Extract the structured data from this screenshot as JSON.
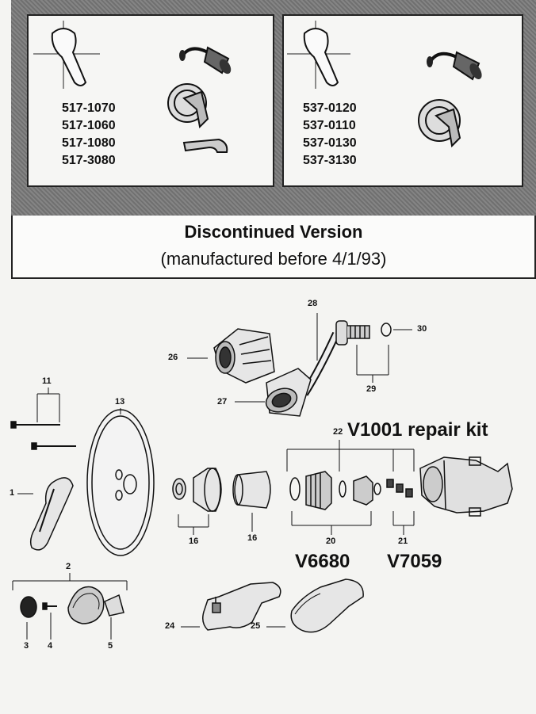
{
  "header": {
    "left_models": [
      "517-1070",
      "517-1060",
      "517-1080",
      "517-3080"
    ],
    "right_models": [
      "537-0120",
      "537-0110",
      "537-0130",
      "537-3130"
    ],
    "title": "Discontinued Version",
    "subtitle": "(manufactured before 4/1/93)"
  },
  "parts": {
    "p1": "1",
    "p2": "2",
    "p3": "3",
    "p4": "4",
    "p5": "5",
    "p11": "11",
    "p13": "13",
    "p16a": "16",
    "p16b": "16",
    "p20": "20",
    "p21": "21",
    "p22": "22",
    "p24": "24",
    "p25": "25",
    "p26": "26",
    "p27": "27",
    "p28": "28",
    "p29": "29",
    "p30": "30"
  },
  "kits": {
    "repair_kit": "V1001 repair kit",
    "cartridge": "V6680",
    "seat_kit": "V7059"
  },
  "colors": {
    "band": "#7d7d7d",
    "ink": "#111111",
    "paper": "#f4f4f2"
  }
}
